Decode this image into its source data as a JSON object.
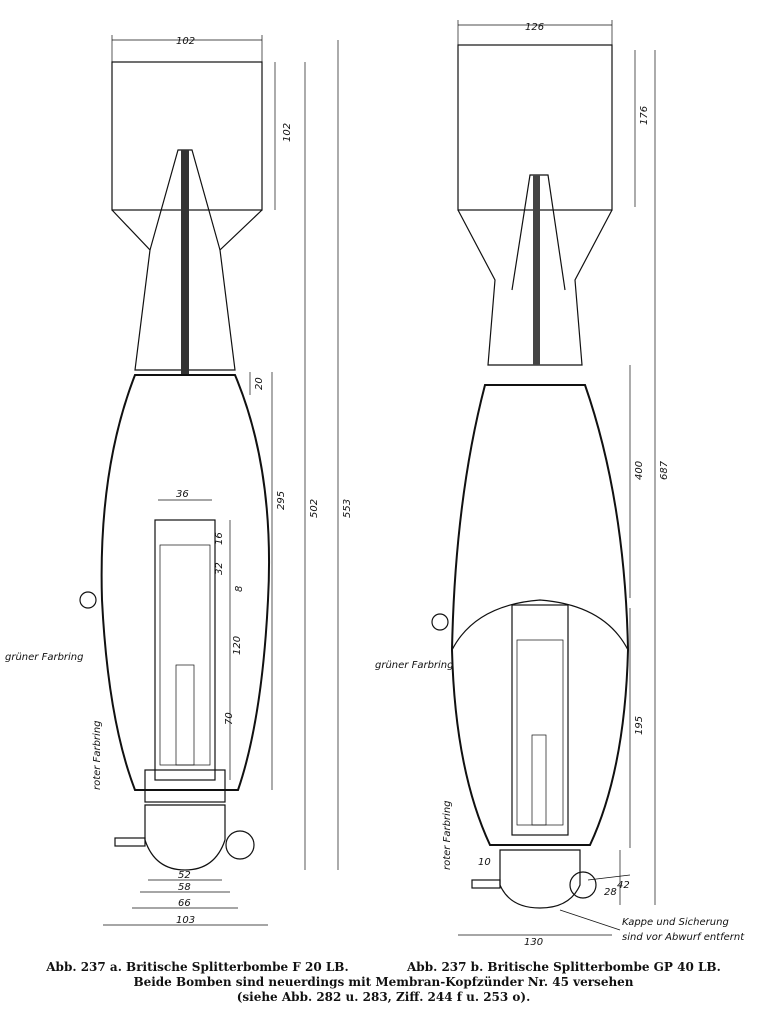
{
  "figure_a": {
    "dimensions": {
      "tail_width": "102",
      "tail_height": "102",
      "d20": "20",
      "d295": "295",
      "d502": "502",
      "d553": "553",
      "d36": "36",
      "d16": "16",
      "d32": "32",
      "d8": "8",
      "d120": "120",
      "d70": "70",
      "d52": "52",
      "d58": "58",
      "d66": "66",
      "d103": "103"
    },
    "labels": {
      "green_ring": "grüner Farbring",
      "red_ring": "roter Farbring"
    }
  },
  "figure_b": {
    "dimensions": {
      "tail_width": "126",
      "tail_height": "176",
      "d400": "400",
      "d687": "687",
      "d195": "195",
      "d10": "10",
      "d28": "28",
      "d42": "42",
      "d130": "130"
    },
    "labels": {
      "green_ring": "grüner Farbring",
      "red_ring": "roter Farbring",
      "cap_note_1": "Kappe und Sicherung",
      "cap_note_2": "sind vor Abwurf entfernt"
    }
  },
  "caption": {
    "line1_a": "Abb. 237 a.  Britische Splitterbombe F 20 LB.",
    "line1_b": "Abb. 237 b.  Britische Splitterbombe GP 40 LB.",
    "line2": "Beide Bomben sind neuerdings mit Membran-Kopfzünder Nr. 45 versehen",
    "line3": "(siehe Abb. 282 u. 283,  Ziff. 244 f  u. 253 o)."
  }
}
